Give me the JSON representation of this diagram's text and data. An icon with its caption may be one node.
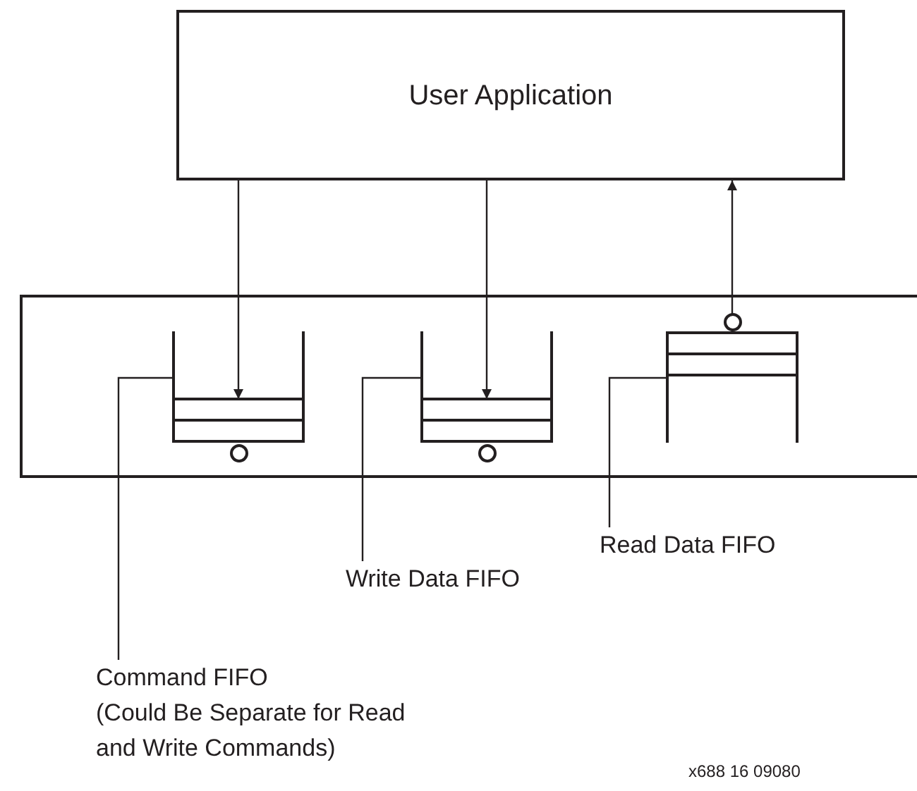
{
  "diagram": {
    "nodes": [
      {
        "text": [
          "User Application"
        ]
      },
      {
        "text": [],
        "shape": "box"
      },
      {
        "text": [],
        "shape": "box",
        "in": 1
      },
      {
        "text": [],
        "shape": "box",
        "in": 1
      },
      {
        "text": [],
        "shape": "box",
        "in": 1
      },
      {
        "text": [
          "Read Data FIFO"
        ]
      },
      {
        "text": [
          "Write Data FIFO"
        ]
      },
      {
        "text": [
          "Command FIFO",
          "(Could Be Separate for Read and Write Commands)"
        ]
      }
    ],
    "edges": [
      {
        "from": 0,
        "to": 2,
        "arrow": "to"
      },
      {
        "from": 0,
        "to": 3,
        "arrow": "to"
      },
      {
        "from": 4,
        "to": 0,
        "arrow": "to"
      },
      {
        "from": 5,
        "to": 4,
        "arrow": "none"
      },
      {
        "from": 6,
        "to": 3,
        "arrow": "none"
      },
      {
        "from": 7,
        "to": 2,
        "arrow": "none"
      }
    ],
    "labels": [
      "x688 16 09080"
    ]
  }
}
